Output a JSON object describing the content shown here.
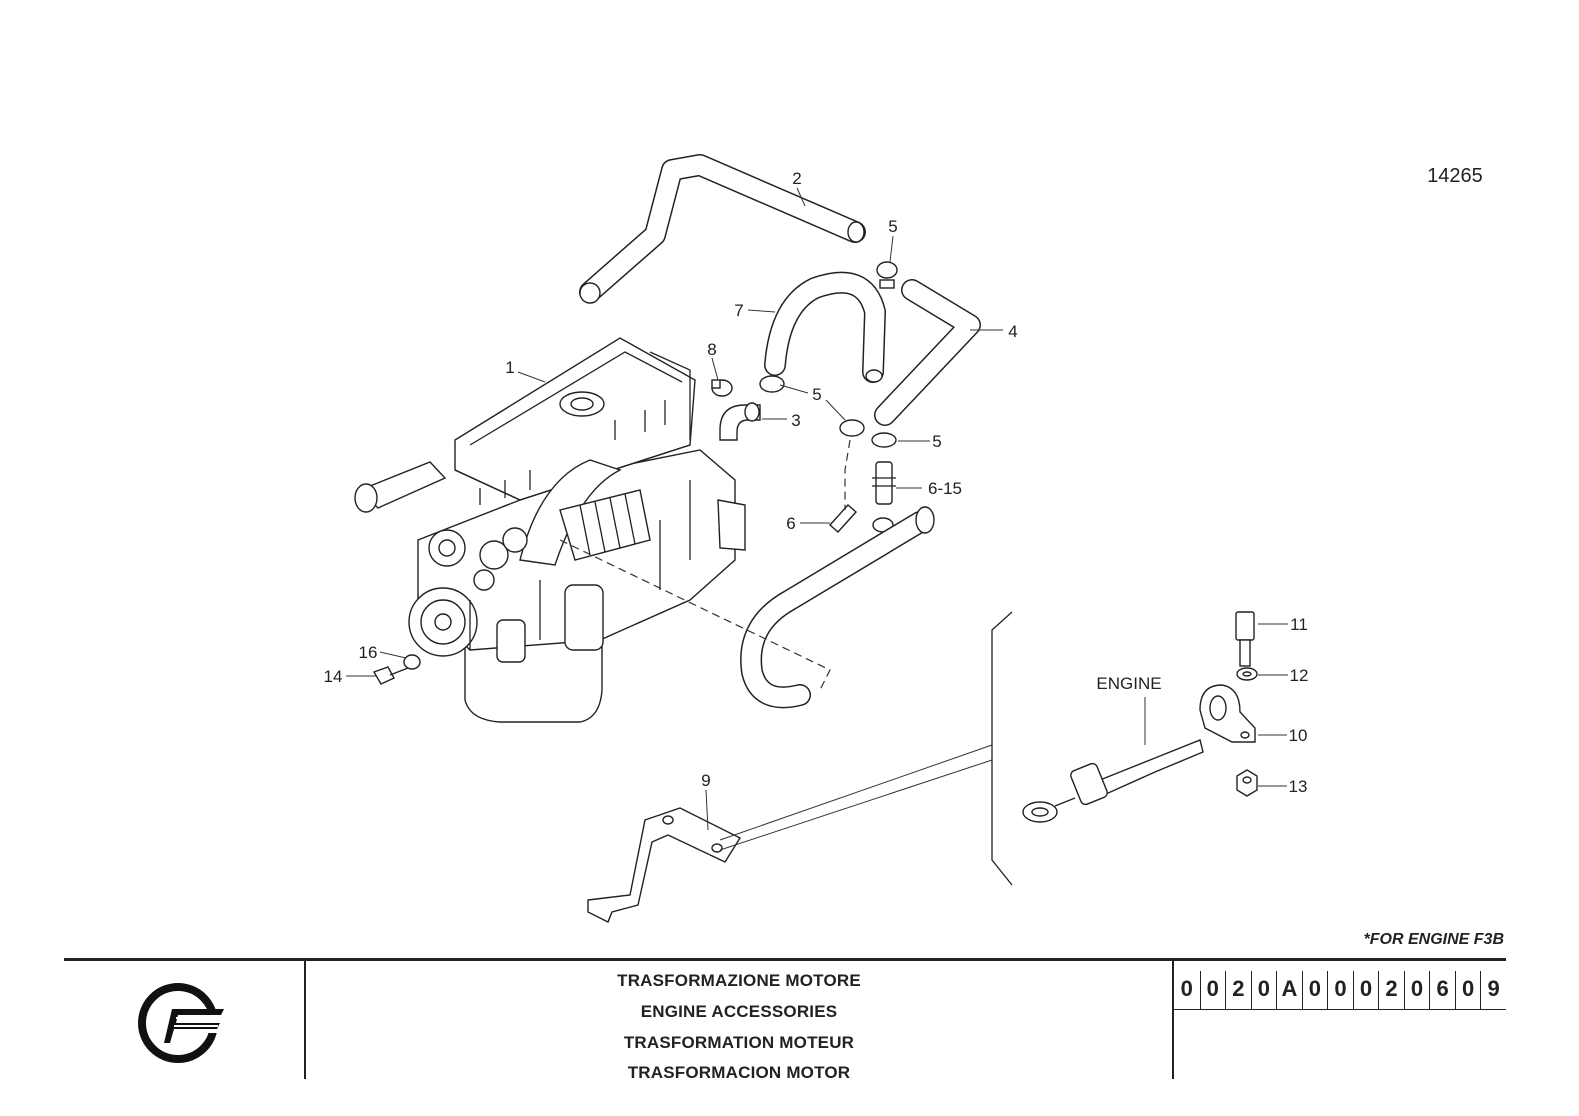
{
  "drawing_number": "14265",
  "note": "*FOR ENGINE F3B",
  "callouts": [
    {
      "id": "c1",
      "label": "1"
    },
    {
      "id": "c2",
      "label": "2"
    },
    {
      "id": "c3",
      "label": "3"
    },
    {
      "id": "c4",
      "label": "4"
    },
    {
      "id": "c5a",
      "label": "5"
    },
    {
      "id": "c5b",
      "label": "5"
    },
    {
      "id": "c5c",
      "label": "5"
    },
    {
      "id": "c6",
      "label": "6"
    },
    {
      "id": "c615",
      "label": "6-15"
    },
    {
      "id": "c7",
      "label": "7"
    },
    {
      "id": "c8",
      "label": "8"
    },
    {
      "id": "c9",
      "label": "9"
    },
    {
      "id": "c10",
      "label": "10"
    },
    {
      "id": "c11",
      "label": "11"
    },
    {
      "id": "c12",
      "label": "12"
    },
    {
      "id": "c13",
      "label": "13"
    },
    {
      "id": "c14",
      "label": "14"
    },
    {
      "id": "c16",
      "label": "16"
    }
  ],
  "detail_label": "ENGINE",
  "title_block": {
    "titles": [
      "TRASFORMAZIONE MOTORE",
      "ENGINE ACCESSORIES",
      "TRASFORMATION MOTEUR",
      "TRASFORMACION MOTOR"
    ],
    "code_digits": [
      "0",
      "0",
      "2",
      "0",
      "A",
      "0",
      "0",
      "0",
      "2",
      "0",
      "6",
      "0",
      "9"
    ]
  },
  "colors": {
    "line": "#222222",
    "background": "#ffffff"
  },
  "icons": {
    "logo": "company-logo-icon"
  }
}
